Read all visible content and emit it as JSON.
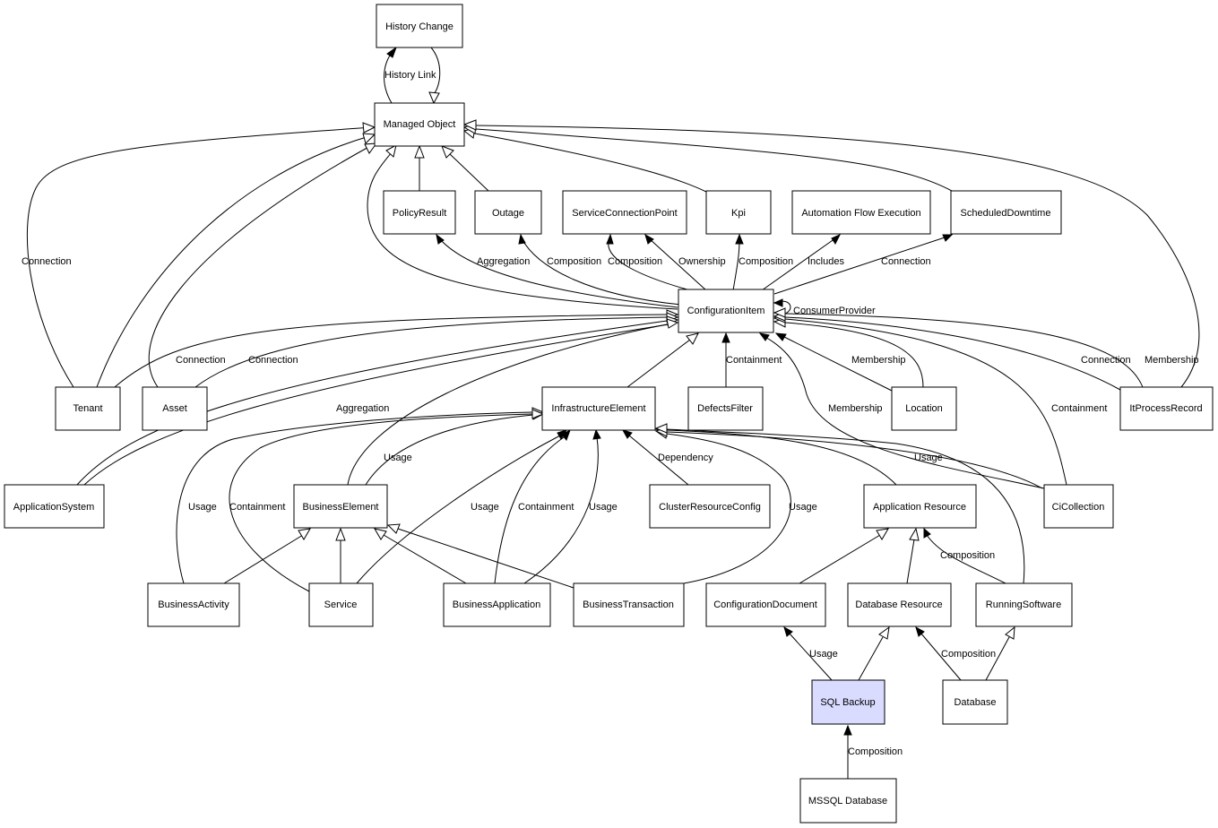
{
  "diagram": {
    "nodes": {
      "history_change": "History Change",
      "managed_object": "Managed Object",
      "policy_result": "PolicyResult",
      "outage": "Outage",
      "service_connection_point": "ServiceConnectionPoint",
      "kpi": "Kpi",
      "automation_flow_execution": "Automation Flow Execution",
      "scheduled_downtime": "ScheduledDowntime",
      "configuration_item": "ConfigurationItem",
      "tenant": "Tenant",
      "asset": "Asset",
      "infrastructure_element": "InfrastructureElement",
      "defects_filter": "DefectsFilter",
      "location": "Location",
      "it_process_record": "ItProcessRecord",
      "application_system": "ApplicationSystem",
      "business_element": "BusinessElement",
      "cluster_resource_config": "ClusterResourceConfig",
      "application_resource": "Application Resource",
      "ci_collection": "CiCollection",
      "business_activity": "BusinessActivity",
      "service": "Service",
      "business_application": "BusinessApplication",
      "business_transaction": "BusinessTransaction",
      "configuration_document": "ConfigurationDocument",
      "database_resource": "Database Resource",
      "running_software": "RunningSoftware",
      "sql_backup": "SQL Backup",
      "database": "Database",
      "mssql_database": "MSSQL Database"
    },
    "edge_labels": {
      "history_link": "History Link",
      "tenant_mo_connection": "Connection",
      "ci_policy_aggregation": "Aggregation",
      "ci_outage_composition": "Composition",
      "ci_scp_composition": "Composition",
      "ci_scp_ownership": "Ownership",
      "ci_kpi_composition": "Composition",
      "ci_afe_includes": "Includes",
      "ci_sd_connection": "Connection",
      "ci_consumer_provider": "ConsumerProvider",
      "tenant_ci_connection": "Connection",
      "asset_ci_connection": "Connection",
      "appsys_ci_aggregation": "Aggregation",
      "defects_ci_containment": "Containment",
      "location_ci_membership": "Membership",
      "cicoll_ci_membership": "Membership",
      "cicoll_ci_containment": "Containment",
      "itpr_ci_connection": "Connection",
      "itpr_mo_membership": "Membership",
      "be_ie_usage": "Usage",
      "ba_ie_usage": "Usage",
      "service_ie_containment": "Containment",
      "service_ie_usage": "Usage",
      "bapp_ie_containment": "Containment",
      "bapp_ie_usage": "Usage",
      "crc_ie_dependency": "Dependency",
      "bt_ie_usage": "Usage",
      "cicoll_ie_usage": "Usage",
      "rs_ar_composition": "Composition",
      "sql_cd_usage": "Usage",
      "db_dr_composition": "Composition",
      "mssql_sql_composition": "Composition"
    }
  }
}
